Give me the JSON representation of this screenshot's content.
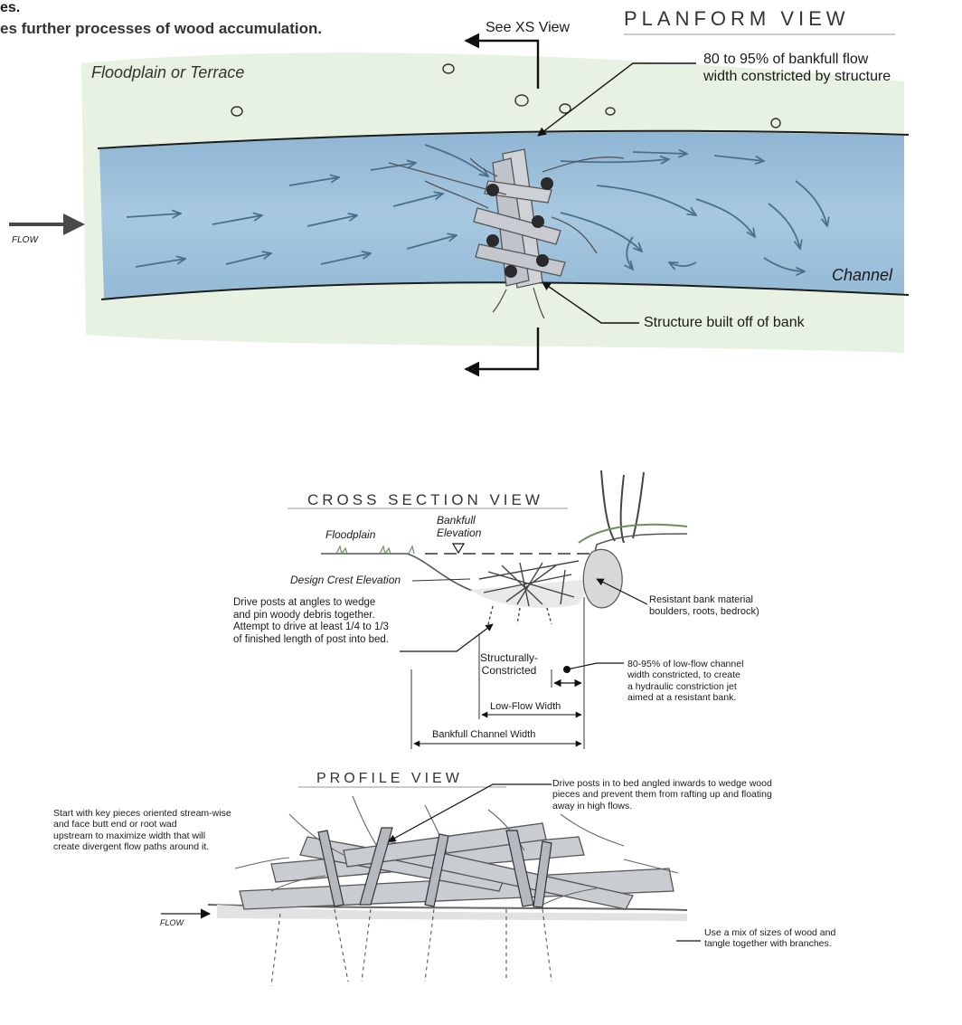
{
  "intro_fragment_1": "es.",
  "intro_fragment_2": "es further processes of wood accumulation.",
  "planform": {
    "heading": "PLANFORM VIEW",
    "see_xs": "See XS View",
    "floodplain": "Floodplain or Terrace",
    "flow": "FLOW",
    "constriction_note": "80 to 95% of bankfull flow\nwidth constricted by structure",
    "channel": "Channel",
    "structure_note": "Structure built off of bank"
  },
  "cross_section": {
    "heading": "CROSS SECTION VIEW",
    "floodplain": "Floodplain",
    "bankfull_elevation": "Bankfull\nElevation",
    "design_crest": "Design Crest Elevation",
    "drive_posts_note": "Drive posts at angles to wedge\nand pin woody debris together.\nAttempt to drive at least 1/4 to 1/3\nof finished length of post into bed.",
    "resistant_bank": "Resistant bank material\nboulders, roots, bedrock)",
    "structurally_constricted": "Structurally-\nConstricted",
    "constriction_note": "80-95% of low-flow channel\nwidth constricted, to create\na hydraulic constriction jet\naimed at a resistant bank.",
    "low_flow_width": "Low-Flow Width",
    "bankfull_width": "Bankfull Channel Width"
  },
  "profile": {
    "heading": "PROFILE VIEW",
    "key_pieces_note": "Start with key pieces oriented stream-wise\nand face butt end or root wad\nupstream to maximize width that will\ncreate divergent flow paths around it.",
    "posts_note": "Drive posts in to bed angled inwards to wedge wood\npieces and prevent them from rafting up and floating\naway in high flows.",
    "flow": "FLOW",
    "mix_note": "Use a mix of sizes of wood and\ntangle together with branches."
  }
}
